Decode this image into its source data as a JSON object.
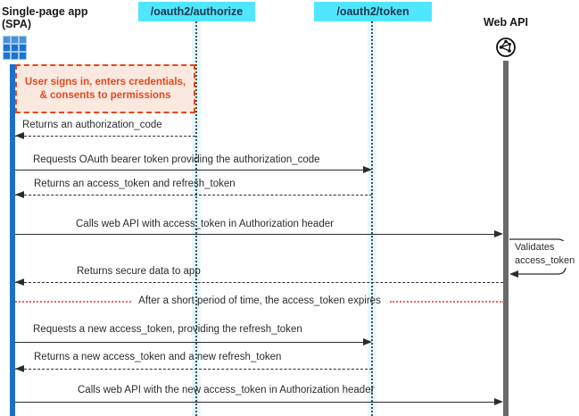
{
  "actors": {
    "spa": {
      "name": "Single-page app",
      "subtitle": "(SPA)",
      "icon": "app-grid-icon"
    },
    "authorize_endpoint": {
      "label": "/oauth2/authorize"
    },
    "token_endpoint": {
      "label": "/oauth2/token"
    },
    "web_api": {
      "label": "Web API",
      "icon": "globe-icon"
    }
  },
  "note": {
    "text": "User signs in, enters credentials, & consents to permissions"
  },
  "messages": [
    {
      "label": "Returns an authorization_code",
      "from": "authorize_endpoint",
      "to": "spa",
      "style": "dashed"
    },
    {
      "label": "Requests OAuth bearer token providing the authorization_code",
      "from": "spa",
      "to": "token_endpoint",
      "style": "solid"
    },
    {
      "label": "Returns an access_token and refresh_token",
      "from": "token_endpoint",
      "to": "spa",
      "style": "dashed"
    },
    {
      "label": "Calls web API with access_token in Authorization header",
      "from": "spa",
      "to": "web_api",
      "style": "solid"
    },
    {
      "label": "Returns secure data to app",
      "from": "web_api",
      "to": "spa",
      "style": "dashed"
    },
    {
      "label": "Requests a new access_token, providing the refresh_token",
      "from": "spa",
      "to": "token_endpoint",
      "style": "solid"
    },
    {
      "label": "Returns a new access_token and a new refresh_token",
      "from": "token_endpoint",
      "to": "spa",
      "style": "dashed"
    },
    {
      "label": "Calls web API with the new access_token in Authorization header",
      "from": "spa",
      "to": "web_api",
      "style": "solid"
    }
  ],
  "self_message": {
    "label": "Validates access_token",
    "actor": "web_api"
  },
  "divider": {
    "text": "After a short period of time, the access_token expires"
  },
  "colors": {
    "endpoint_box": "#50E6FF",
    "endpoint_text": "#17374F",
    "lifeline_band": "#E3F8FC",
    "spa_activation_bar": "#1E6EC8",
    "web_api_bar": "#696969",
    "note_fill": "#FBE9E0",
    "note_accent": "#E0491F",
    "divider_red": "#F15F5F",
    "arrow": "#2B2B2B"
  }
}
